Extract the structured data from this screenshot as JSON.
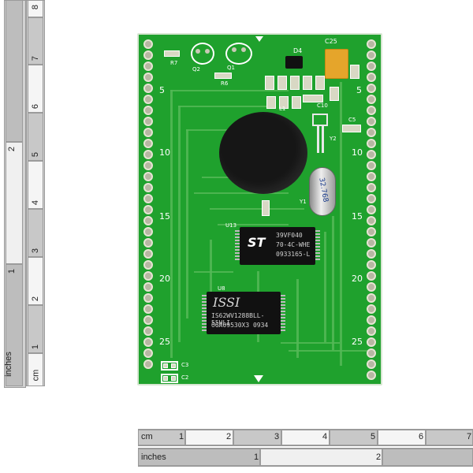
{
  "vertical_ruler": {
    "units_label_1": "inches",
    "units_label_2": "cm",
    "inch_marks": [
      "1",
      "2"
    ],
    "cm_marks": [
      "1",
      "2",
      "3",
      "4",
      "5",
      "6",
      "7",
      "8"
    ]
  },
  "horizontal_ruler": {
    "units_label_1": "cm",
    "units_label_2": "inches",
    "cm_marks": [
      "1",
      "2",
      "3",
      "4",
      "5",
      "6",
      "7"
    ],
    "inch_marks": [
      "1",
      "2"
    ]
  },
  "board": {
    "pin_numbers_left": [
      "5",
      "10",
      "15",
      "20",
      "25"
    ],
    "pin_numbers_right": [
      "5",
      "10",
      "15",
      "20",
      "25"
    ],
    "labels": {
      "c25": "C25",
      "d4": "D4",
      "c5": "C5",
      "y1": "Y1",
      "y2": "Y2",
      "c3": "C3",
      "c2": "C2",
      "r7": "R7",
      "q1": "Q1",
      "q2": "Q2",
      "r6": "R6",
      "u13": "U13",
      "u8": "U8",
      "c10": "C10",
      "l1": "L1"
    },
    "crystal_text": "32.768",
    "flash_chip": {
      "brand": "ST",
      "lines": [
        "39VF040",
        "70-4C-WHE",
        "0933165-L"
      ]
    },
    "sram_chip": {
      "brand": "ISSI",
      "lines": [
        "IS62WV1288BLL-55HLI",
        "OGA09530X3  0934"
      ]
    }
  }
}
